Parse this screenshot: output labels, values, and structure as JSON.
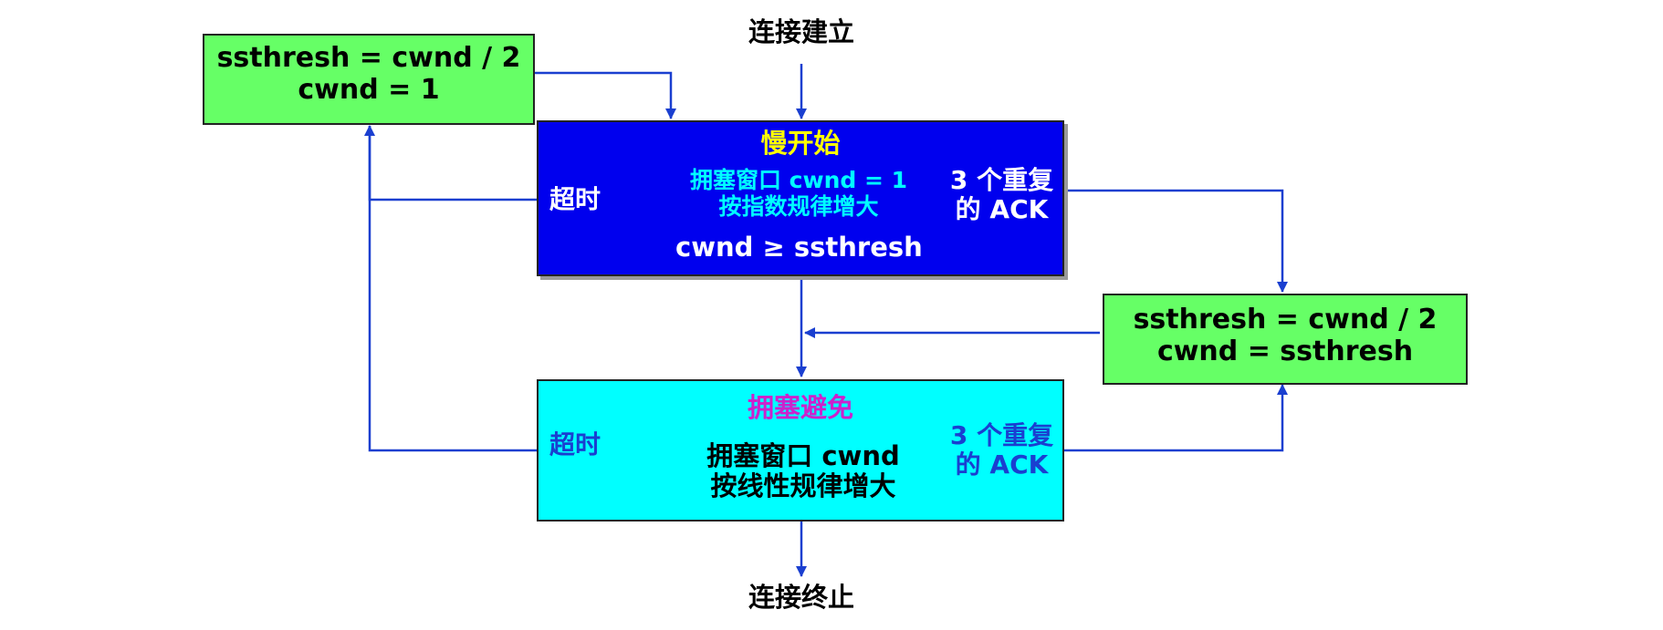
{
  "labels": {
    "start": "连接建立",
    "end": "连接终止"
  },
  "boxes": {
    "timeout_reset": {
      "line1": "ssthresh = cwnd / 2",
      "line2": "cwnd = 1"
    },
    "slow_start": {
      "title": "慢开始",
      "desc_line1": "拥塞窗口 cwnd = 1",
      "desc_line2": "按指数规律增大",
      "condition": "cwnd ≥ ssthresh",
      "timeout": "超时",
      "dup_ack_line1": "3 个重复",
      "dup_ack_line2": "的 ACK"
    },
    "fast_recovery": {
      "line1": "ssthresh = cwnd / 2",
      "line2": "cwnd = ssthresh"
    },
    "congestion_avoidance": {
      "title": "拥塞避免",
      "desc_line1": "拥塞窗口 cwnd",
      "desc_line2": "按线性规律增大",
      "timeout": "超时",
      "dup_ack_line1": "3 个重复",
      "dup_ack_line2": "的 ACK"
    }
  },
  "colors": {
    "green_box": "#66ff66",
    "slow_start_box": "#0000ee",
    "avoid_box": "#00ffff",
    "arrow": "#1a3fd0",
    "yellow": "#ffff00",
    "cyan": "#00ffff",
    "magenta": "#cc22cc",
    "blue_text": "#1a3fd0"
  }
}
